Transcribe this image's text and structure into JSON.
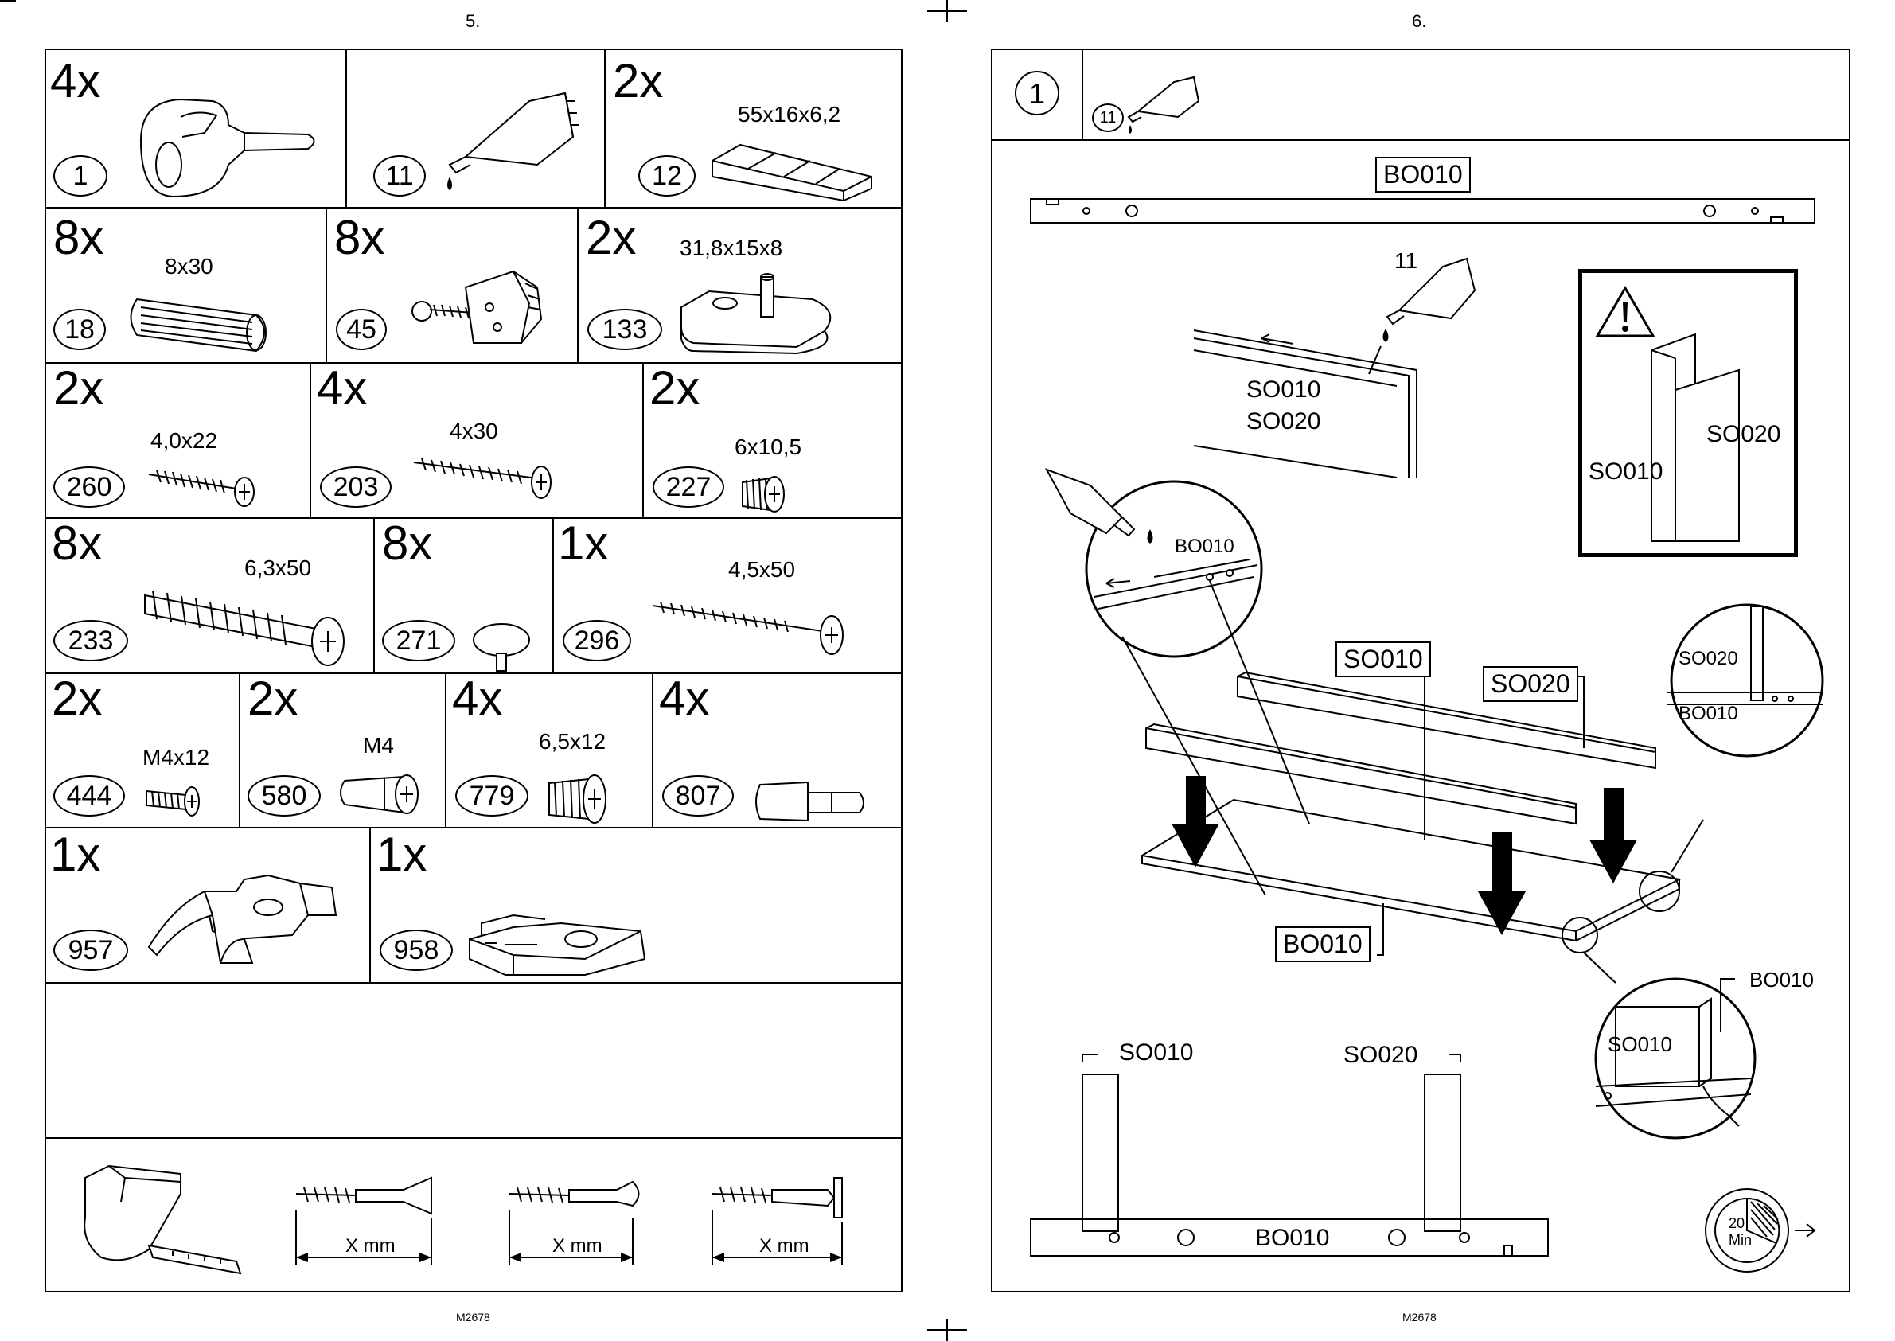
{
  "left_page": {
    "page_number": "5.",
    "footer": "M2678",
    "parts": [
      {
        "qty": "4x",
        "part_no": "1",
        "dim": "",
        "icon": "cam-lock-housing-icon"
      },
      {
        "qty": "",
        "part_no": "11",
        "dim": "",
        "icon": "glue-tube-icon"
      },
      {
        "qty": "2x",
        "part_no": "12",
        "dim": "55x16x6,2",
        "icon": "wedge-shim-icon"
      },
      {
        "qty": "8x",
        "part_no": "18",
        "dim": "8x30",
        "icon": "wooden-dowel-icon"
      },
      {
        "qty": "8x",
        "part_no": "45",
        "dim": "",
        "icon": "corner-bracket-icon"
      },
      {
        "qty": "2x",
        "part_no": "133",
        "dim": "31,8x15x8",
        "icon": "connector-block-icon"
      },
      {
        "qty": "2x",
        "part_no": "260",
        "dim": "4,0x22",
        "icon": "wood-screw-icon"
      },
      {
        "qty": "4x",
        "part_no": "203",
        "dim": "4x30",
        "icon": "wood-screw-icon"
      },
      {
        "qty": "2x",
        "part_no": "227",
        "dim": "6x10,5",
        "icon": "threaded-insert-icon"
      },
      {
        "qty": "8x",
        "part_no": "233",
        "dim": "6,3x50",
        "icon": "confirmat-screw-icon"
      },
      {
        "qty": "8x",
        "part_no": "271",
        "dim": "",
        "icon": "cover-cap-icon"
      },
      {
        "qty": "1x",
        "part_no": "296",
        "dim": "4,5x50",
        "icon": "wood-screw-icon"
      },
      {
        "qty": "2x",
        "part_no": "444",
        "dim": "M4x12",
        "icon": "machine-screw-icon"
      },
      {
        "qty": "2x",
        "part_no": "580",
        "dim": "M4",
        "icon": "barrel-nut-icon"
      },
      {
        "qty": "4x",
        "part_no": "779",
        "dim": "6,5x12",
        "icon": "euro-screw-icon"
      },
      {
        "qty": "4x",
        "part_no": "807",
        "dim": "",
        "icon": "shelf-pin-icon"
      },
      {
        "qty": "1x",
        "part_no": "957",
        "dim": "",
        "icon": "clip-bracket-icon"
      },
      {
        "qty": "1x",
        "part_no": "958",
        "dim": "",
        "icon": "slide-bracket-icon"
      }
    ],
    "measure_label": "X mm"
  },
  "right_page": {
    "page_number": "6.",
    "footer": "M2678",
    "step_number": "1",
    "header_part": "11",
    "glue_label": "11",
    "labels": {
      "bo010": "BO010",
      "so010": "SO010",
      "so020": "SO020"
    },
    "timer_value": "20",
    "timer_unit": "Min"
  }
}
